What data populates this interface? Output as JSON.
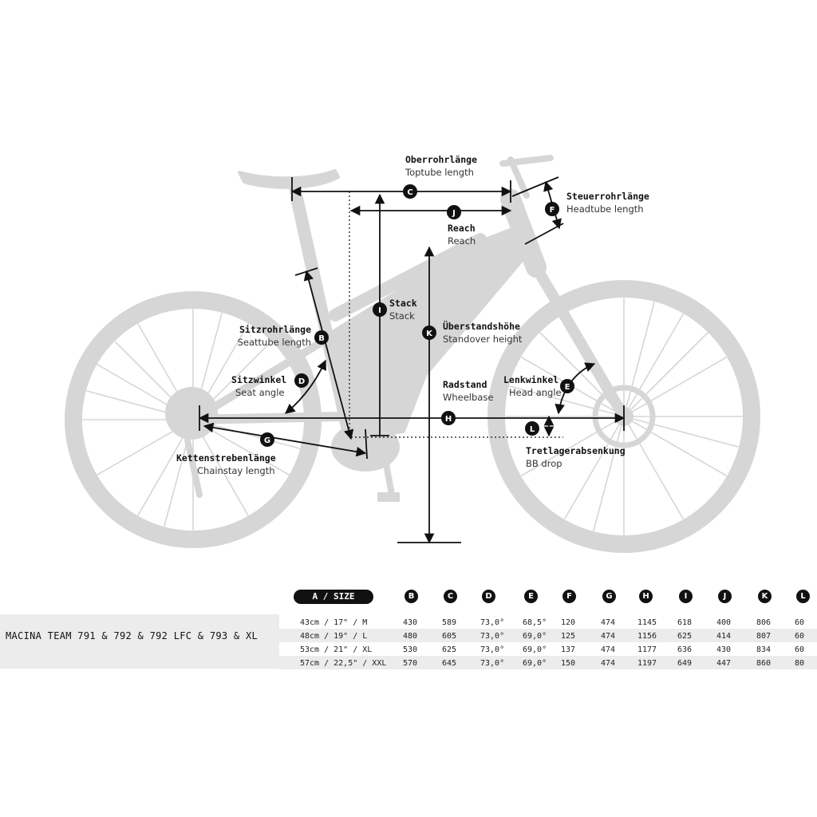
{
  "labels": {
    "C": {
      "de": "Oberrohrlänge",
      "en": "Toptube length"
    },
    "J": {
      "de": "Reach",
      "en": "Reach"
    },
    "F": {
      "de": "Steuerrohrlänge",
      "en": "Headtube length"
    },
    "I": {
      "de": "Stack",
      "en": "Stack"
    },
    "K": {
      "de": "Überstandshöhe",
      "en": "Standover height"
    },
    "B": {
      "de": "Sitzrohrlänge",
      "en": "Seattube length"
    },
    "D": {
      "de": "Sitzwinkel",
      "en": "Seat angle"
    },
    "H": {
      "de": "Radstand",
      "en": "Wheelbase"
    },
    "E": {
      "de": "Lenkwinkel",
      "en": "Head angle"
    },
    "G": {
      "de": "Kettenstrebenlänge",
      "en": "Chainstay length"
    },
    "L": {
      "de": "Tretlagerabsenkung",
      "en": "BB drop"
    }
  },
  "table": {
    "size_header": "A / SIZE",
    "model": "MACINA TEAM 791 & 792 & 792 LFC & 793 & XL",
    "columns": [
      "B",
      "C",
      "D",
      "E",
      "F",
      "G",
      "H",
      "I",
      "J",
      "K",
      "L"
    ],
    "rows": [
      {
        "size": "43cm  /  17\"  /  M",
        "values": [
          "430",
          "589",
          "73,0°",
          "68,5°",
          "120",
          "474",
          "1145",
          "618",
          "400",
          "806",
          "60"
        ]
      },
      {
        "size": "48cm  /  19\"  /  L",
        "values": [
          "480",
          "605",
          "73,0°",
          "69,0°",
          "125",
          "474",
          "1156",
          "625",
          "414",
          "807",
          "60"
        ]
      },
      {
        "size": "53cm  /  21\"  /  XL",
        "values": [
          "530",
          "625",
          "73,0°",
          "69,0°",
          "137",
          "474",
          "1177",
          "636",
          "430",
          "834",
          "60"
        ]
      },
      {
        "size": "57cm  /  22,5\"  /  XXL",
        "values": [
          "570",
          "645",
          "73,0°",
          "69,0°",
          "150",
          "474",
          "1197",
          "649",
          "447",
          "860",
          "80"
        ]
      }
    ]
  },
  "colors": {
    "bike": "#d6d6d6",
    "ink": "#111111",
    "band": "#ececec"
  }
}
